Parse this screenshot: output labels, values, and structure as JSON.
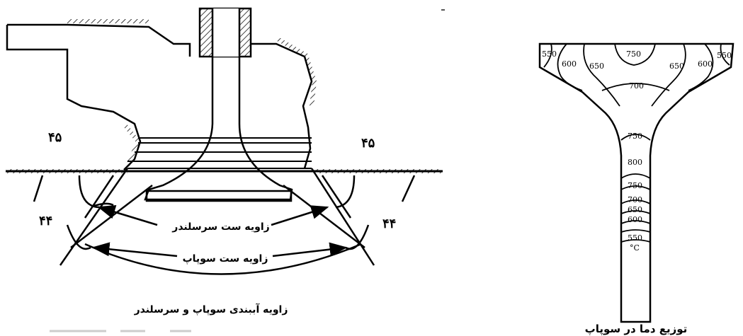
{
  "left_diagram": {
    "angle_45_left": "۴۵",
    "angle_45_right": "۴۵",
    "angle_44_left": "۴۴",
    "angle_44_right": "۴۴",
    "label_seat_angle": "زاویه ست سرسلندر",
    "label_valve_angle": "زاویه ست سوپاپ",
    "caption": "زاویه آببندی سوپاپ و سرسلندر"
  },
  "right_diagram": {
    "isotherms_head": [
      "550",
      "600",
      "650",
      "750",
      "650",
      "600",
      "550",
      "700"
    ],
    "isotherms_stem": [
      "750",
      "800",
      "750",
      "700",
      "650",
      "600",
      "550"
    ],
    "unit": "°C",
    "caption": "توزیع دما در سوپاپ"
  }
}
